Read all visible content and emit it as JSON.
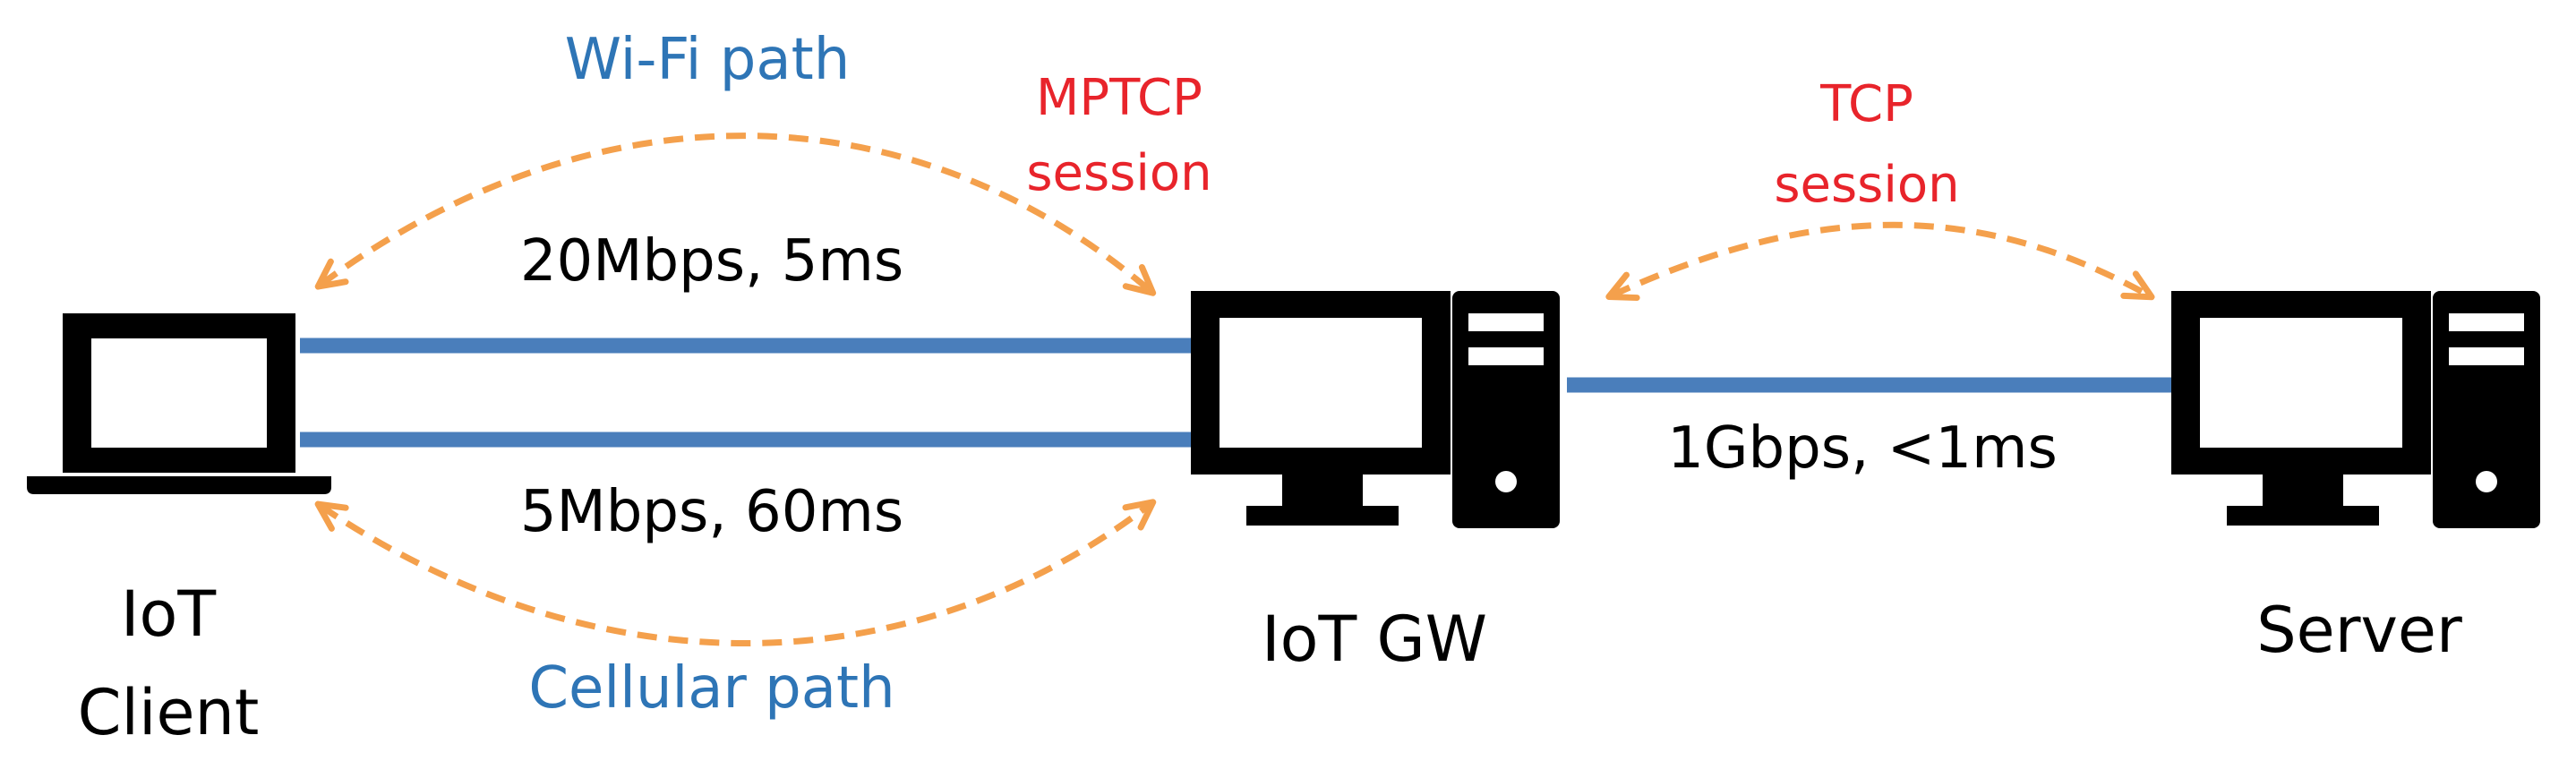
{
  "colors": {
    "link": "#4a7ebb",
    "arrow": "#f4a04c",
    "path_label": "#2e75b6",
    "session_label": "#e8242b",
    "text": "#000000",
    "device": "#000000"
  },
  "labels": {
    "wifi_path": "Wi-Fi path",
    "cellular_path": "Cellular path",
    "mptcp_line1": "MPTCP",
    "mptcp_line2": "session",
    "tcp_line1": "TCP",
    "tcp_line2": "session",
    "wifi_rate": "20Mbps, 5ms",
    "cellular_rate": "5Mbps, 60ms",
    "backhaul_rate": "1Gbps, <1ms"
  },
  "nodes": {
    "client_line1": "IoT",
    "client_line2": "Client",
    "gateway": "IoT GW",
    "server": "Server"
  },
  "icons": {
    "client": "laptop-icon",
    "gateway_monitor": "monitor-icon",
    "gateway_tower": "pc-tower-icon",
    "server_monitor": "monitor-icon",
    "server_tower": "pc-tower-icon"
  }
}
